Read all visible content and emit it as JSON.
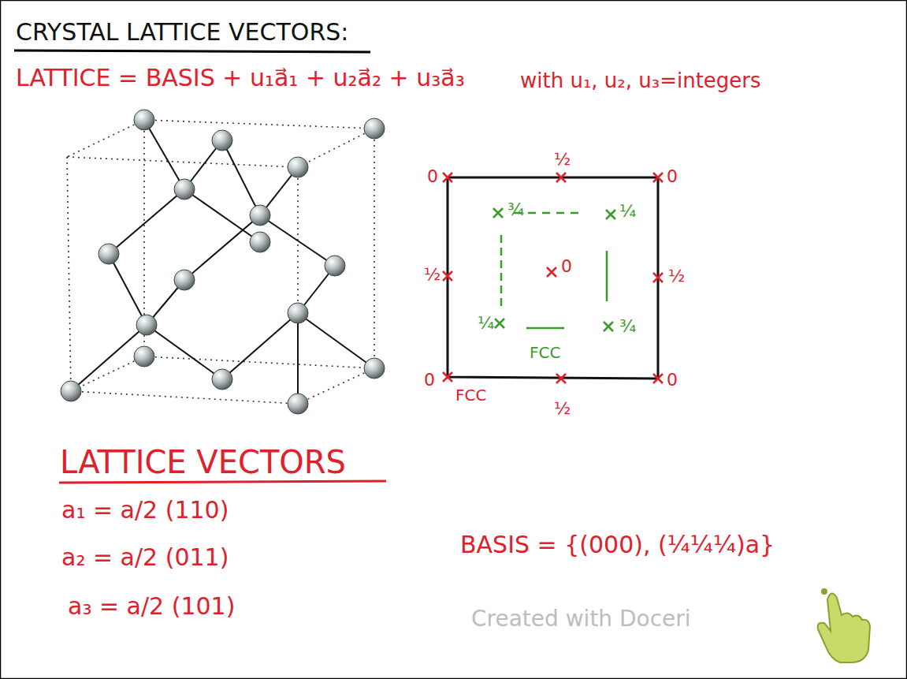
{
  "diagram": {
    "title": "CRYSTAL LATTICE VECTORS:",
    "labels": [
      "LATTICE = BASIS + u₁a⃗₁ + u₂a⃗₂ + u₃a⃗₃",
      "with u₁, u₂, u₃=integers",
      "0",
      "½",
      "0",
      "½",
      "½",
      "0",
      "FCC",
      "½",
      "0",
      "0",
      "¾",
      "¼",
      "¼",
      "¾",
      "FCC",
      "LATTICE VECTORS",
      "a₁ = a/2 (110)",
      "a₂ = a/2 (011)",
      "a₃ = a/2 (101)",
      "BASIS = {(000), (¼¼¼)a}",
      "Created with Doceri"
    ]
  }
}
